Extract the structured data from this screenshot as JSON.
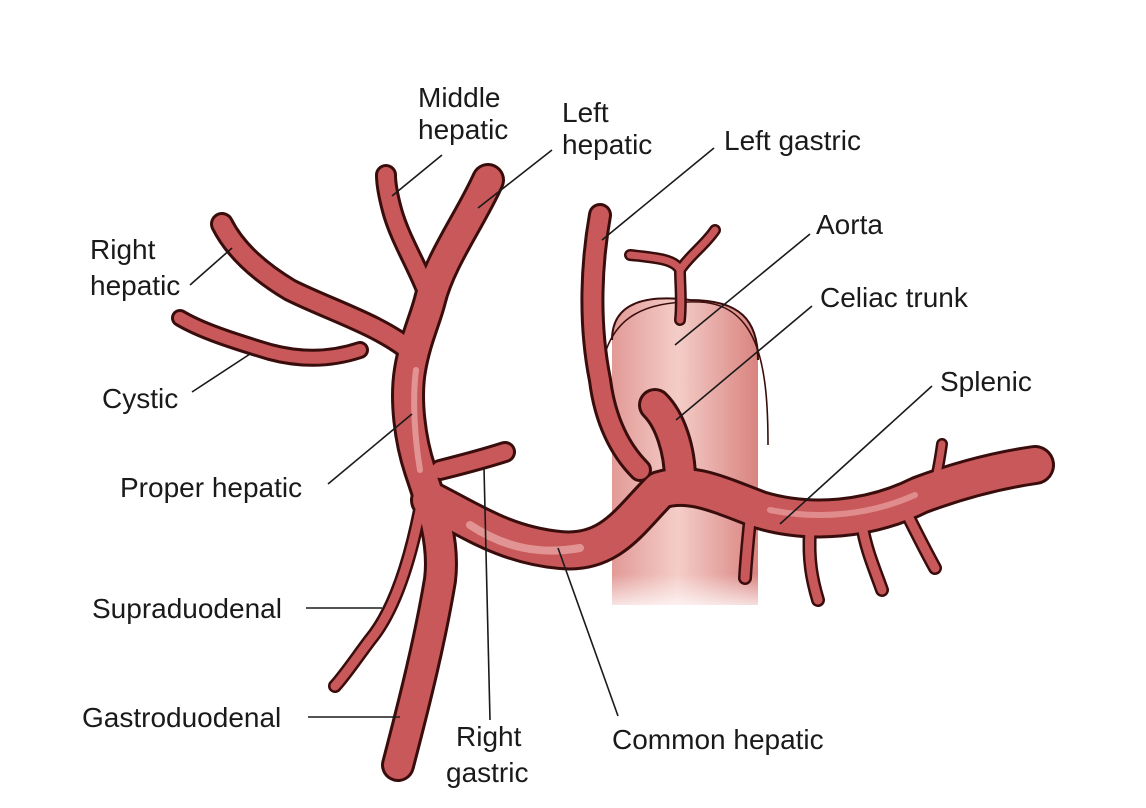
{
  "diagram": {
    "labels": {
      "middle_hepatic": [
        "Middle",
        "hepatic"
      ],
      "left_hepatic": [
        "Left",
        "hepatic"
      ],
      "left_gastric": "Left gastric",
      "right_hepatic": [
        "Right",
        "hepatic"
      ],
      "aorta": "Aorta",
      "celiac_trunk": "Celiac trunk",
      "cystic": "Cystic",
      "splenic": "Splenic",
      "proper_hepatic": "Proper hepatic",
      "supraduodenal": "Supraduodenal",
      "gastroduodenal": "Gastroduodenal",
      "right_gastric": [
        "Right",
        "gastric"
      ],
      "common_hepatic": "Common hepatic"
    },
    "colors": {
      "vessel": "#c8585a",
      "vessel_highlight": "#e9a3a1",
      "vessel_outline": "#3a0d0d",
      "aorta": "#e7a4a0",
      "aorta_light": "#f7dcd8",
      "text": "#1a1a1a"
    }
  }
}
